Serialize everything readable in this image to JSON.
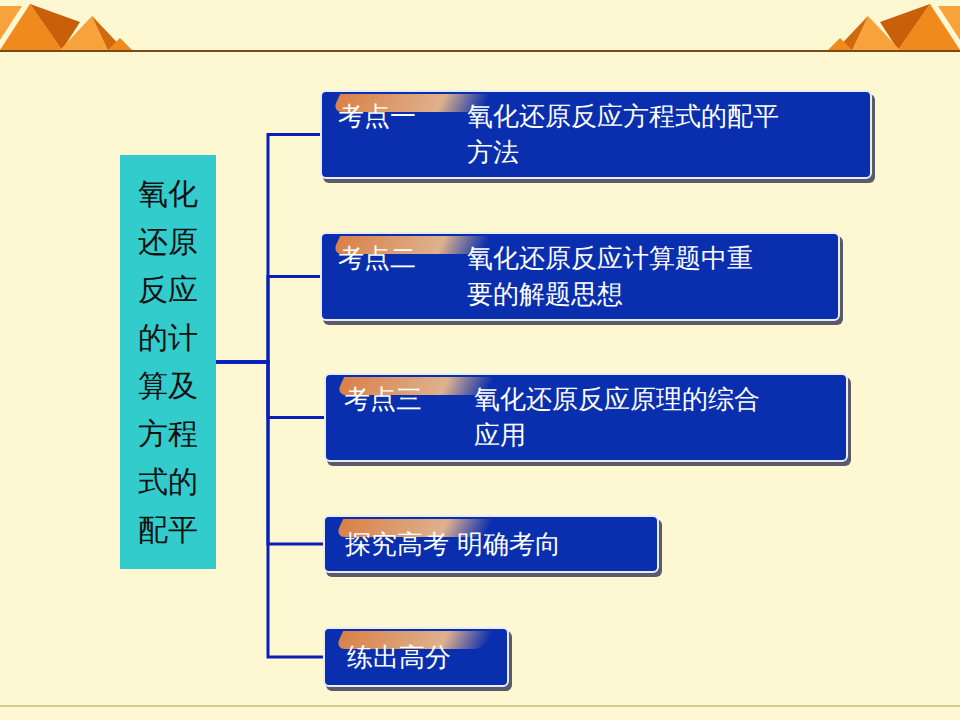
{
  "diagram": {
    "nodes": [
      {
        "text": [
          "氧化还原反应的计算及方程式的配平"
        ]
      },
      {
        "text": [
          "考点一",
          "氧化还原反应方程式的配平 方法"
        ]
      },
      {
        "text": [
          "考点二",
          "氧化还原反应计算题中重 要的解题思想"
        ]
      },
      {
        "text": [
          "考点三",
          "氧化还原反应原理的综合 应用"
        ]
      },
      {
        "text": [
          "探究高考 明确考向"
        ]
      },
      {
        "text": [
          "练出高分"
        ]
      }
    ],
    "edges": [
      {
        "from": 0,
        "to": 1,
        "arrow": "none"
      },
      {
        "from": 0,
        "to": 2,
        "arrow": "none"
      },
      {
        "from": 0,
        "to": 3,
        "arrow": "none"
      },
      {
        "from": 0,
        "to": 4,
        "arrow": "none"
      },
      {
        "from": 0,
        "to": 5,
        "arrow": "none"
      }
    ]
  }
}
